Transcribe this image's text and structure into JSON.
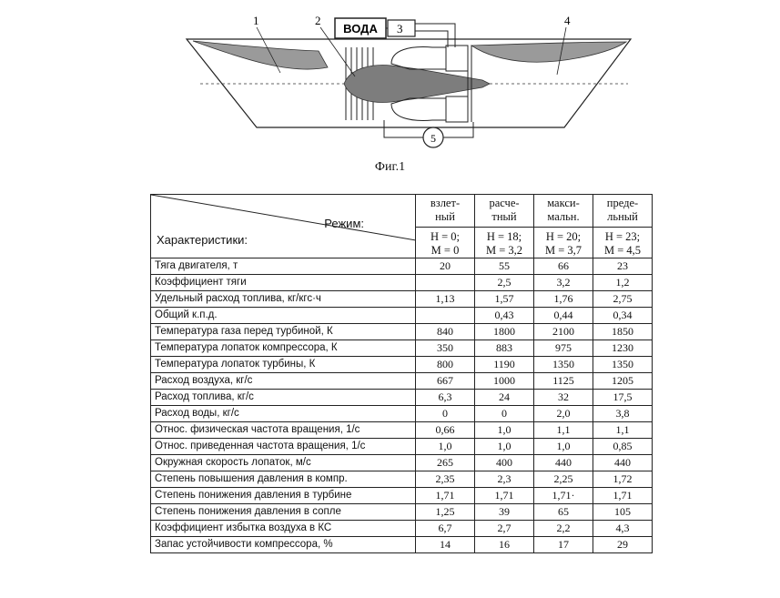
{
  "figure": {
    "water_label": "ВОДА",
    "callouts": [
      "1",
      "2",
      "3",
      "4",
      "5"
    ],
    "caption": "Фиг.1"
  },
  "table": {
    "corner": {
      "mode": "Режим:",
      "characteristics": "Характеристики:"
    },
    "columns": [
      {
        "top": "взлет-\nный",
        "bottom": "H = 0;\nM = 0"
      },
      {
        "top": "расче-\nтный",
        "bottom": "H = 18;\nM = 3,2"
      },
      {
        "top": "макси-\nмальн.",
        "bottom": "H = 20;\nM = 3,7"
      },
      {
        "top": "преде-\nльный",
        "bottom": "H = 23;\nM = 4,5"
      }
    ],
    "rows": [
      {
        "label": "Тяга двигателя, т",
        "values": [
          "20",
          "55",
          "66",
          "23"
        ]
      },
      {
        "label": "Коэффициент тяги",
        "values": [
          "",
          "2,5",
          "3,2",
          "1,2"
        ]
      },
      {
        "label": "Удельный расход топлива, кг/кгс·ч",
        "values": [
          "1,13",
          "1,57",
          "1,76",
          "2,75"
        ]
      },
      {
        "label": "Общий к.п.д.",
        "values": [
          "",
          "0,43",
          "0,44",
          "0,34"
        ]
      },
      {
        "label": "Температура газа перед турбиной, К",
        "values": [
          "840",
          "1800",
          "2100",
          "1850"
        ]
      },
      {
        "label": "Температура лопаток компрессора, К",
        "values": [
          "350",
          "883",
          "975",
          "1230"
        ]
      },
      {
        "label": "Температура лопаток турбины, К",
        "values": [
          "800",
          "1190",
          "1350",
          "1350"
        ]
      },
      {
        "label": "Расход воздуха, кг/с",
        "values": [
          "667",
          "1000",
          "1125",
          "1205"
        ]
      },
      {
        "label": "Расход топлива, кг/с",
        "values": [
          "6,3",
          "24",
          "32",
          "17,5"
        ]
      },
      {
        "label": "Расход воды, кг/с",
        "values": [
          "0",
          "0",
          "2,0",
          "3,8"
        ]
      },
      {
        "label": "Относ. физическая частота вращения, 1/с",
        "values": [
          "0,66",
          "1,0",
          "1,1",
          "1,1"
        ]
      },
      {
        "label": "Относ. приведенная частота вращения, 1/с",
        "values": [
          "1,0",
          "1,0",
          "1,0",
          "0,85"
        ]
      },
      {
        "label": "Окружная скорость лопаток, м/с",
        "values": [
          "265",
          "400",
          "440",
          "440"
        ]
      },
      {
        "label": "Степень повышения давления в компр.",
        "values": [
          "2,35",
          "2,3",
          "2,25",
          "1,72"
        ]
      },
      {
        "label": "Степень понижения давления в турбине",
        "values": [
          "1,71",
          "1,71",
          "1,71·",
          "1,71"
        ]
      },
      {
        "label": "Степень понижения давления в сопле",
        "values": [
          "1,25",
          "39",
          "65",
          "105"
        ]
      },
      {
        "label": "Коэффициент избытка воздуха в КС",
        "values": [
          "6,7",
          "2,7",
          "2,2",
          "4,3"
        ]
      },
      {
        "label": "Запас устойчивости компрессора, %",
        "values": [
          "14",
          "16",
          "17",
          "29"
        ]
      }
    ]
  }
}
